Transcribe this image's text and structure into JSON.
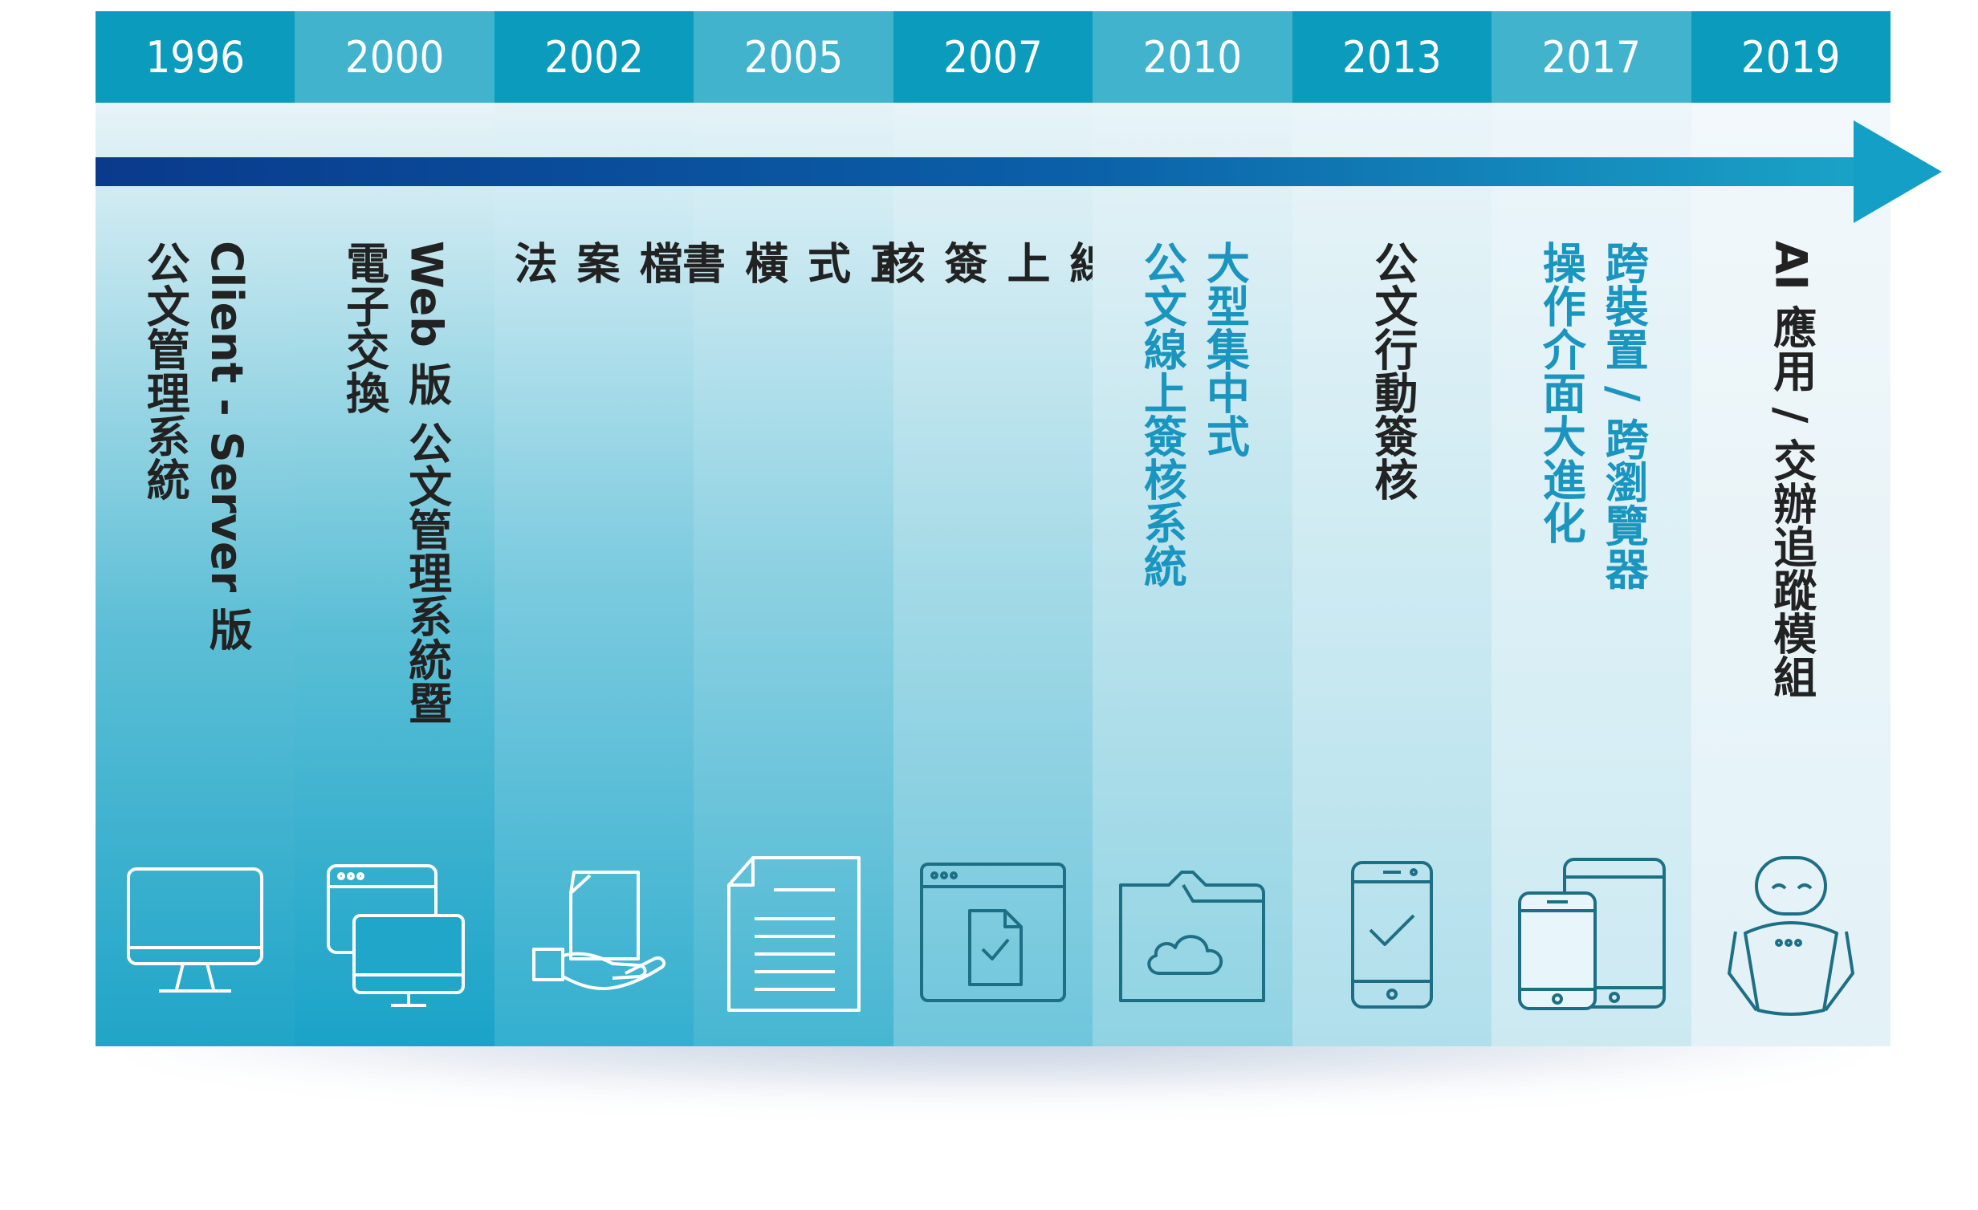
{
  "timeline": {
    "items": [
      {
        "year": "1996",
        "label": "Client - Server 版\n公文管理系統",
        "icon": "desktop-monitor-icon",
        "highlight": false
      },
      {
        "year": "2000",
        "label": "Web 版 公文管理系統暨\n電子交換",
        "icon": "browser-windows-icon",
        "highlight": false
      },
      {
        "year": "2002",
        "label": "檔\n案\n法",
        "icon": "document-hand-icon",
        "highlight": false
      },
      {
        "year": "2005",
        "label": "直\n式\n橫\n書",
        "icon": "document-lines-icon",
        "highlight": false
      },
      {
        "year": "2007",
        "label": "線\n上\n簽\n核",
        "icon": "browser-document-check-icon",
        "highlight": false
      },
      {
        "year": "2010",
        "label": "大型集中式\n公文線上簽核系統",
        "icon": "cloud-folder-icon",
        "highlight": true
      },
      {
        "year": "2013",
        "label": "公文行動簽核",
        "icon": "mobile-check-icon",
        "highlight": false
      },
      {
        "year": "2017",
        "label": "跨裝置 / 跨瀏覽器\n操作介面大進化",
        "icon": "multi-device-icon",
        "highlight": true
      },
      {
        "year": "2019",
        "label": "AI 應用 / 交辦追蹤模組",
        "icon": "robot-icon",
        "highlight": false
      }
    ]
  },
  "colors": {
    "year_dark": "#0a9bbd",
    "year_light": "#41b3cc",
    "text_dark": "#222222",
    "text_highlight": "#1a95c0",
    "icon_stroke": "#ffffff",
    "icon_stroke_dark": "#1d6f86",
    "arrow_start": "#0d3f94",
    "arrow_end": "#1aa3c7"
  }
}
